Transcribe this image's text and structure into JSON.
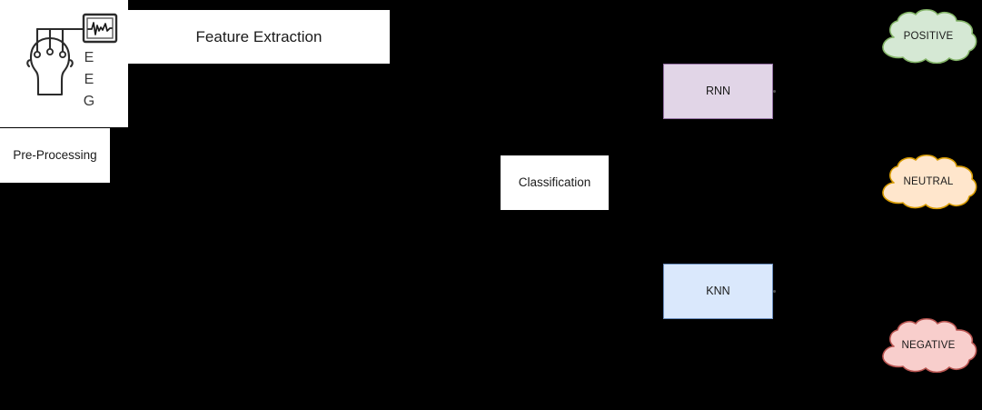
{
  "diagram": {
    "background_color": "#000000",
    "stages": [
      {
        "id": "eeg-source",
        "label": "EEG",
        "letters": [
          "E",
          "E",
          "G"
        ],
        "icon": "eeg-headset-icon",
        "fill": "#ffffff"
      },
      {
        "id": "pre-processing",
        "label": "Pre-Processing",
        "fill": "#ffffff"
      },
      {
        "id": "feature-extraction",
        "label": "Feature Extraction",
        "fill": "#ffffff"
      },
      {
        "id": "classification",
        "label": "Classification",
        "fill": "#ffffff"
      }
    ],
    "models": [
      {
        "id": "rnn-box",
        "label": "RNN",
        "fill": "#e1d5e7",
        "stroke": "#9673a6"
      },
      {
        "id": "knn-box",
        "label": "KNN",
        "fill": "#dae8fc",
        "stroke": "#6c8ebf"
      }
    ],
    "outcomes": [
      {
        "id": "positive-cloud",
        "label": "POSITIVE",
        "fill": "#d5e8d4",
        "stroke": "#82b366"
      },
      {
        "id": "neutral-cloud",
        "label": "NEUTRAL",
        "fill": "#ffe6cc",
        "stroke": "#d79b00"
      },
      {
        "id": "negative-cloud",
        "label": "NEGATIVE",
        "fill": "#f8cecc",
        "stroke": "#b85450"
      }
    ]
  }
}
